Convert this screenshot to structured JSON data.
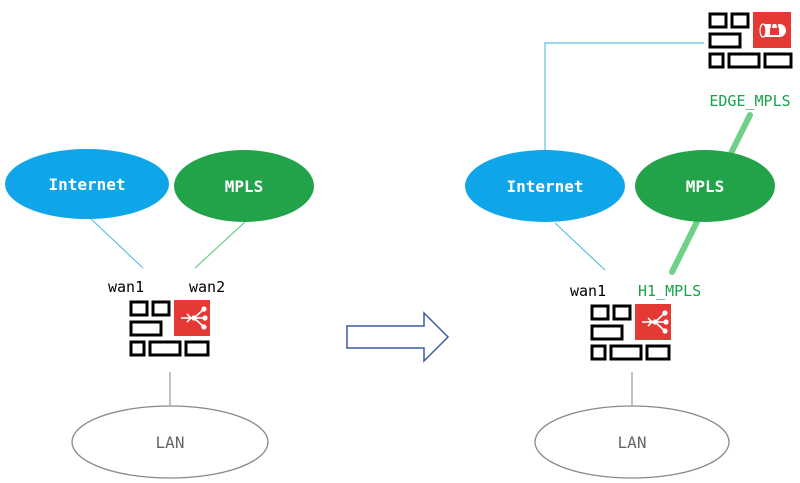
{
  "left": {
    "cloud_internet": "Internet",
    "cloud_mpls": "MPLS",
    "port_wan1": "wan1",
    "port_wan2": "wan2",
    "lan": "LAN"
  },
  "right": {
    "cloud_internet": "Internet",
    "cloud_mpls": "MPLS",
    "port_wan1": "wan1",
    "port_h1": "H1_MPLS",
    "edge_label": "EDGE_MPLS",
    "lan": "LAN"
  },
  "colors": {
    "internet_blue": "#0ea5e9",
    "mpls_green": "#22a34a",
    "label_green": "#16a34a",
    "device_red": "#e53935",
    "link_cyan": "#5bc0de",
    "link_green": "#6fd08c",
    "arrow_blue": "#3b5ba5"
  },
  "icons": {
    "hub_device": "firewall-sdwan-icon",
    "edge_device": "firewall-vpn-icon",
    "transition": "right-arrow-icon"
  }
}
